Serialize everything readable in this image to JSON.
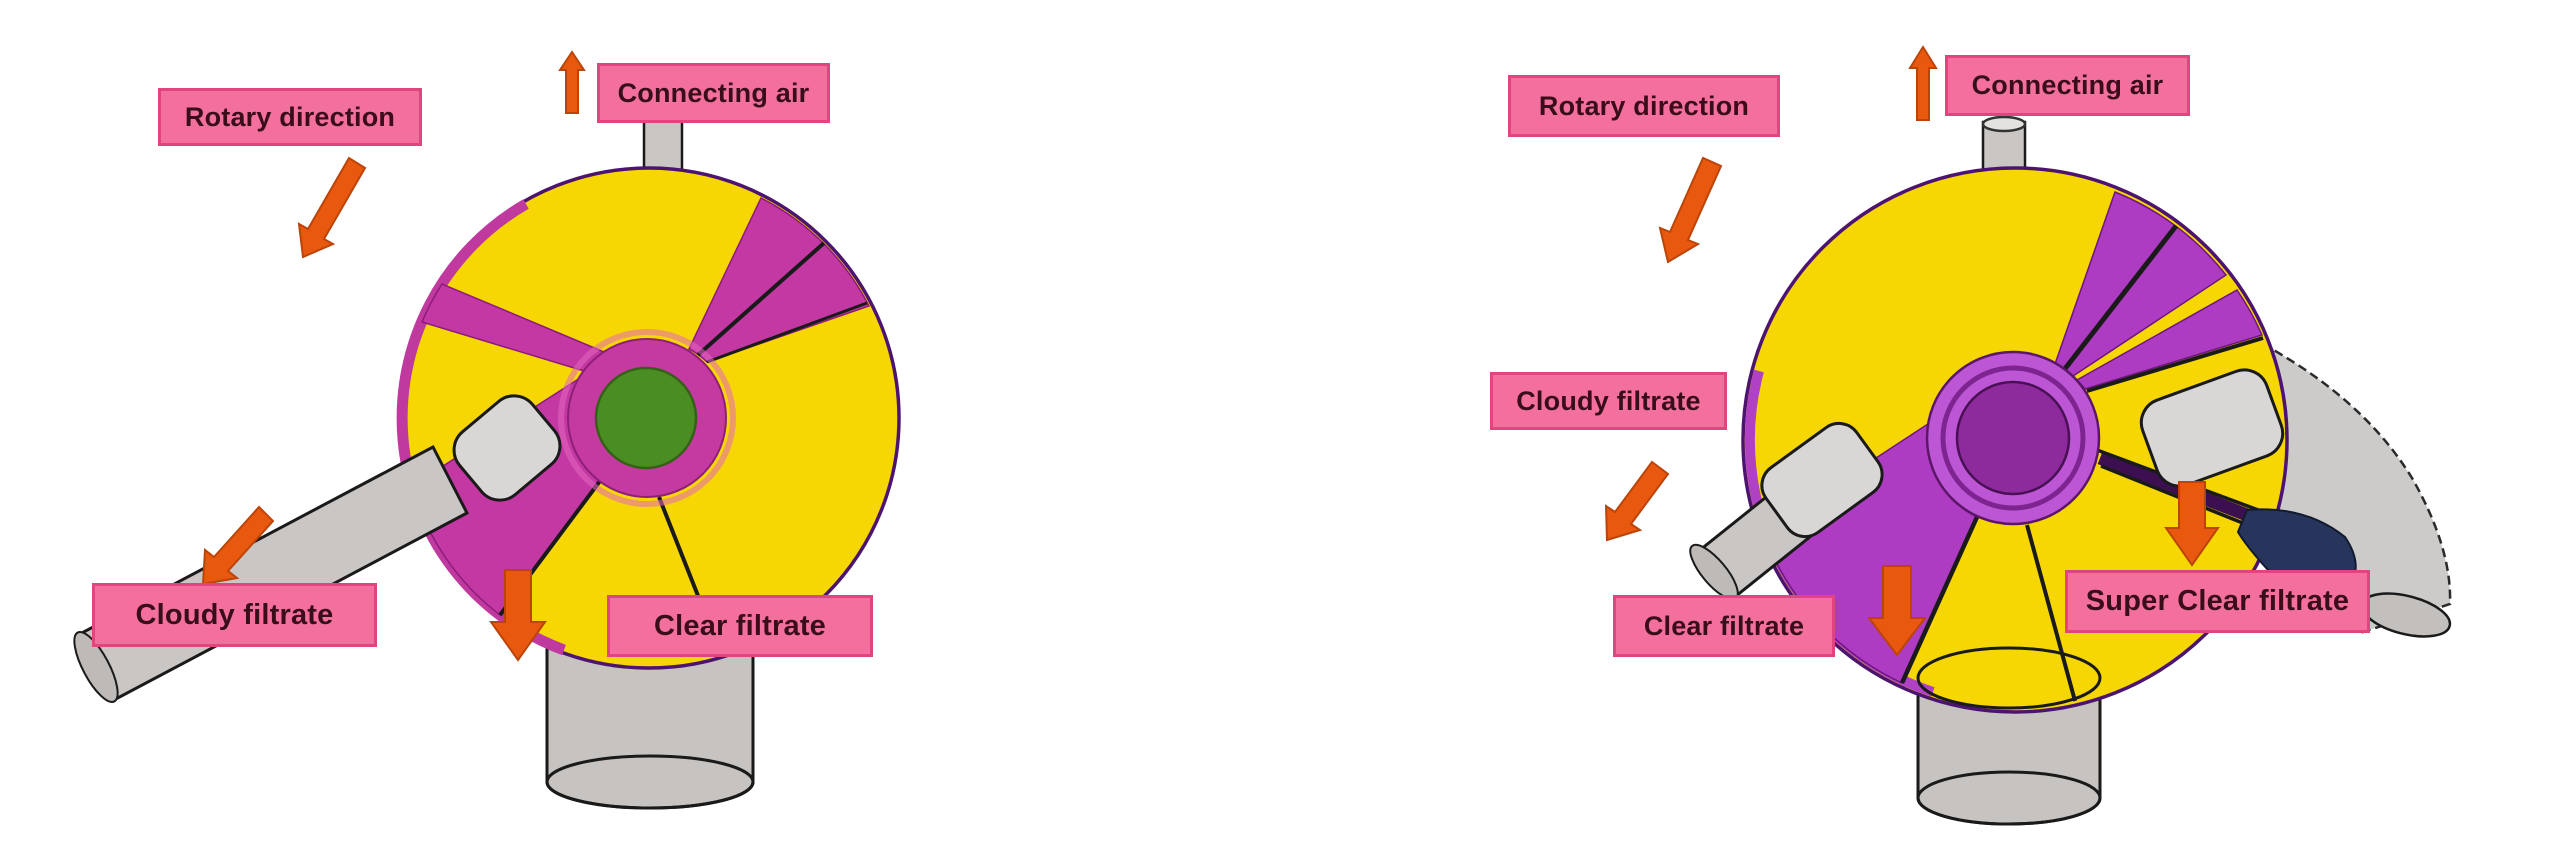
{
  "page": {
    "background": "#ffffff"
  },
  "diagram_left": {
    "labels": {
      "rotary": "Rotary direction",
      "connecting_air": "Connecting air",
      "cloudy_filtrate": "Cloudy filtrate",
      "clear_filtrate": "Clear filtrate"
    },
    "icons": {
      "rotary_arrow": "arrow-down-left",
      "connecting_air_arrow": "arrow-up",
      "cloudy_filtrate_arrow": "arrow-down-left",
      "clear_filtrate_arrow": "arrow-down"
    },
    "valve_center_color_name": "green"
  },
  "diagram_right": {
    "labels": {
      "rotary": "Rotary direction",
      "connecting_air": "Connecting air",
      "cloudy_filtrate": "Cloudy filtrate",
      "clear_filtrate": "Clear filtrate",
      "super_clear_filtrate": "Super Clear filtrate"
    },
    "icons": {
      "rotary_arrow": "arrow-down-left",
      "connecting_air_arrow": "arrow-up",
      "cloudy_filtrate_arrow": "arrow-down-left",
      "clear_filtrate_arrow": "arrow-down",
      "super_clear_filtrate_arrow": "arrow-down"
    },
    "valve_center_color_name": "purple"
  },
  "colors": {
    "page_bg": "#ffffff",
    "label_bg": "#f3709e",
    "label_border": "#e0457f",
    "label_text": "#3a0d1b",
    "arrow_fill": "#e8590f",
    "arrow_border": "#bc4408",
    "disc_yellow": "#f6d703",
    "wedge_magenta": "#c438a4",
    "wedge_purple": "#ae3cc2",
    "ring_magenta": "#c53aa0",
    "ring_purple": "#bd56d4",
    "center_green": "#4a8e23",
    "center_purple": "#8d2b9d",
    "rim_magenta": "#c0399f",
    "rim_purple_line": "#4c1470",
    "pipe_gray": "#c9c6c3",
    "window_gray": "#d8d7d5",
    "cylinder_gray": "#c6c3c0",
    "navy": "#27355c",
    "outline_black": "#1a1a1a"
  }
}
